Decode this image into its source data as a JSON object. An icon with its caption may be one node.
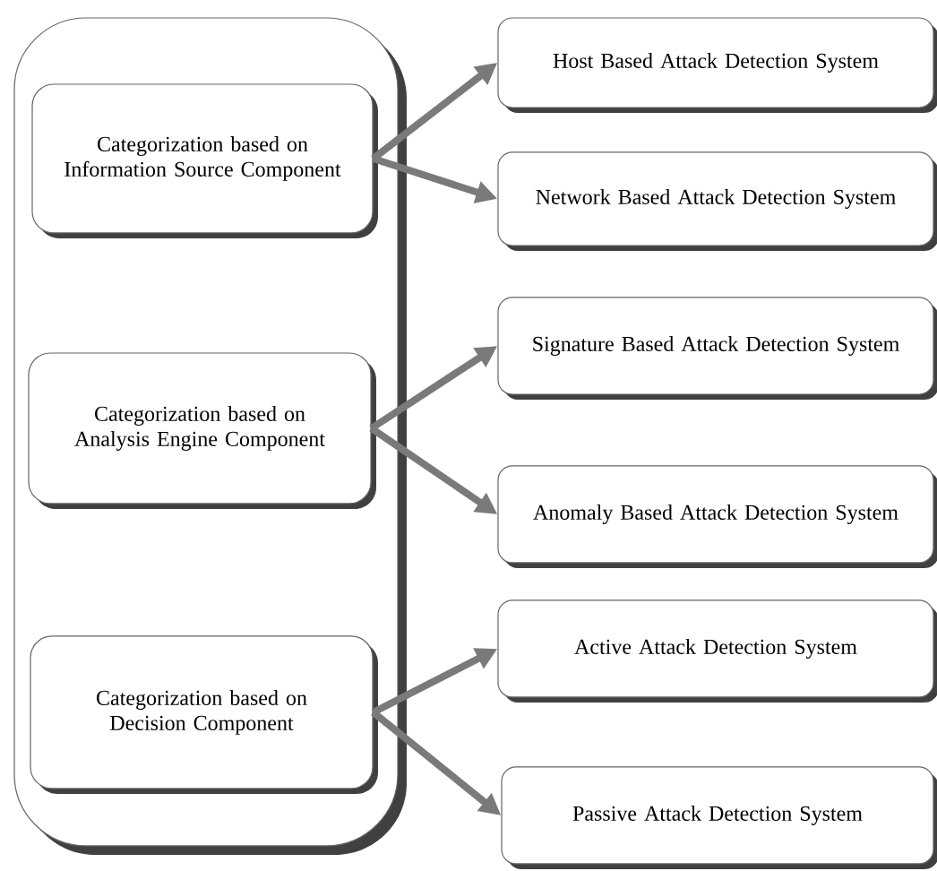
{
  "diagram": {
    "nodes": [
      {
        "text": [],
        "shape": "box"
      },
      {
        "text": [
          "Categorization based on Information Source Component"
        ],
        "in": 0
      },
      {
        "text": [
          "Categorization based on Analysis Engine Component"
        ],
        "in": 0
      },
      {
        "text": [
          "Categorization based on Decision Component"
        ],
        "in": 0
      },
      {
        "text": [
          "Host Based Attack Detection System"
        ]
      },
      {
        "text": [
          "Network  Based Attack Detection System"
        ]
      },
      {
        "text": [
          "Signature Based Attack Detection System"
        ]
      },
      {
        "text": [
          "Anomaly  Based Attack Detection System"
        ]
      },
      {
        "text": [
          "Active Attack Detection System"
        ]
      },
      {
        "text": [
          "Passive Attack Detection System"
        ]
      }
    ],
    "edges": [
      {
        "from": 1,
        "to": 4,
        "arrow": "to"
      },
      {
        "from": 1,
        "to": 5,
        "arrow": "to"
      },
      {
        "from": 2,
        "to": 6,
        "arrow": "to"
      },
      {
        "from": 2,
        "to": 7,
        "arrow": "to"
      },
      {
        "from": 3,
        "to": 8,
        "arrow": "to"
      },
      {
        "from": 3,
        "to": 9,
        "arrow": "to"
      }
    ]
  }
}
